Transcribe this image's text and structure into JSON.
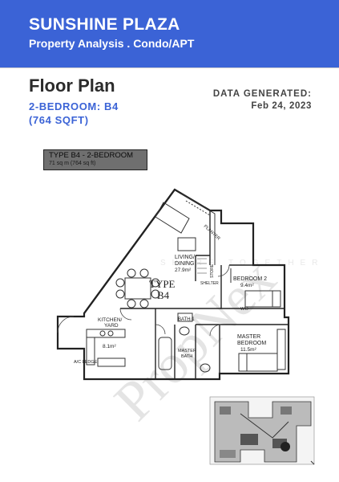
{
  "header": {
    "title": "SUNSHINE PLAZA",
    "subtitle": "Property Analysis . Condo/APT",
    "background_color": "#3b63d6"
  },
  "floor_plan": {
    "title": "Floor Plan",
    "unit_type_line": "2-BEDROOM: B4",
    "unit_size_line": "(764 SQFT)",
    "data_generated_label": "DATA GENERATED:",
    "data_generated_date": "Feb 24, 2023",
    "type_box": {
      "line1": "TYPE B4 - 2-BEDROOM",
      "line2": "71 sq m (764 sq ft)"
    },
    "rooms": {
      "living_dining": "LIVING/",
      "living_dining_2": "DINING",
      "living_area": "27.9m²",
      "type_label": "TYPE",
      "type_code": "B4",
      "bedroom2": "BEDROOM 2",
      "bedroom2_area": "9.4m²",
      "kitchen": "KITCHEN/",
      "kitchen_2": "YARD",
      "kitchen_area": "8.1m²",
      "bath1": "BATH 1",
      "master_bedroom": "MASTER",
      "master_bedroom_2": "BEDROOM",
      "master_bedroom_area": "11.5m²",
      "master_bath": "MASTER",
      "master_bath_2": "BATH",
      "ac_ledge": "A/C LEDGE",
      "planter": "PLANTER",
      "store": "STORE",
      "shelter": "SHELTER",
      "wd": "W/D"
    },
    "watermark": "SHARE TOGETHER"
  }
}
